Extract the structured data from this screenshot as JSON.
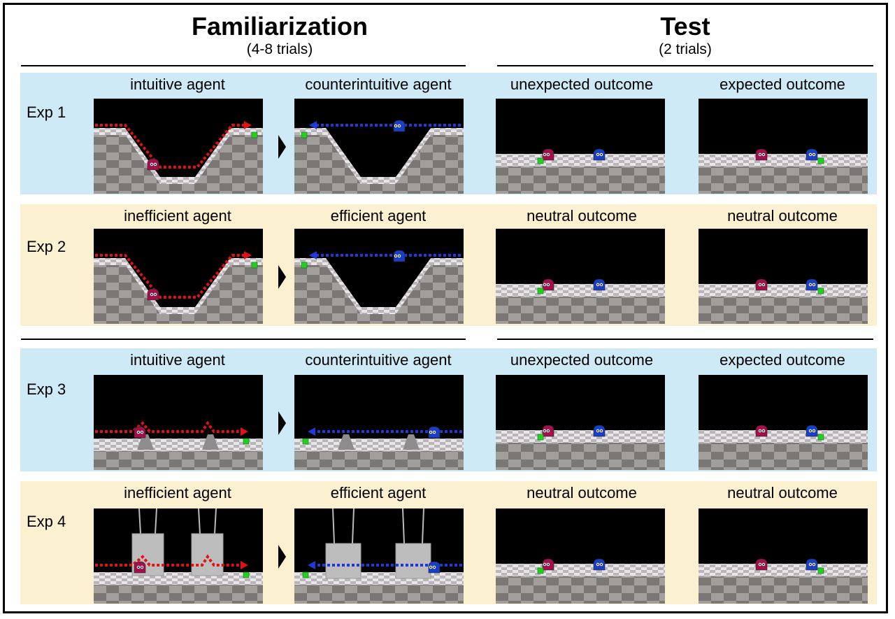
{
  "headers": {
    "familiarization": {
      "title": "Familiarization",
      "subtitle": "(4-8 trials)"
    },
    "test": {
      "title": "Test",
      "subtitle": "(2 trials)"
    }
  },
  "experiments": [
    {
      "label": "Exp 1",
      "band_color": "#cdeaf6",
      "fam": [
        "intuitive agent",
        "counterintuitive agent"
      ],
      "test": [
        "unexpected outcome",
        "expected outcome"
      ]
    },
    {
      "label": "Exp 2",
      "band_color": "#fbf0cf",
      "fam": [
        "inefficient agent",
        "efficient agent"
      ],
      "test": [
        "neutral outcome",
        "neutral outcome"
      ]
    },
    {
      "label": "Exp 3",
      "band_color": "#cdeaf6",
      "fam": [
        "intuitive agent",
        "counterintuitive agent"
      ],
      "test": [
        "unexpected outcome",
        "expected outcome"
      ]
    },
    {
      "label": "Exp 4",
      "band_color": "#fbf0cf",
      "fam": [
        "inefficient agent",
        "efficient agent"
      ],
      "test": [
        "neutral outcome",
        "neutral outcome"
      ]
    }
  ],
  "colors": {
    "agent_red": "#a0104a",
    "agent_blue": "#1b3fc4",
    "path_red": "#e01212",
    "path_blue": "#1e3ad8",
    "goal_green": "#22d022",
    "sky": "#000000"
  },
  "icons": {
    "red_agent": "magenta-blob-agent-icon",
    "blue_agent": "blue-blob-agent-icon",
    "goal": "green-cube-goal-icon",
    "sequence": "right-triangle-arrow-icon"
  }
}
